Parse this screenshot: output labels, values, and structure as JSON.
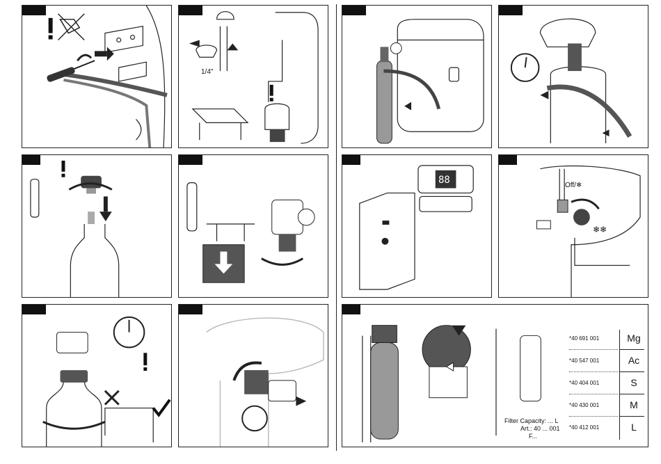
{
  "labels": {
    "quarter_inch": "1/4\"",
    "off_mode": "Off/❄",
    "cold_mode": "❄❄",
    "display_value": "88",
    "filter_capacity": "Filter Capacity: ... L",
    "article": "Art.: 40 ... 001",
    "f_line": "F..."
  },
  "filter_table": [
    {
      "article": "*40 691 001",
      "code": "Mg"
    },
    {
      "article": "*40 547 001",
      "code": "Ac"
    },
    {
      "article": "*40 404 001",
      "code": "S"
    },
    {
      "article": "*40 430 001",
      "code": "M"
    },
    {
      "article": "*40 412 001",
      "code": "L"
    }
  ],
  "icons": [
    "warning-icon",
    "no-tool-icon",
    "check-icon",
    "cross-icon",
    "pressure-gauge-icon",
    "snowflake-icon"
  ],
  "colors": {
    "line": "#222222",
    "tab": "#111111",
    "fill_gray": "#9a9a9a",
    "dark": "#333333"
  }
}
